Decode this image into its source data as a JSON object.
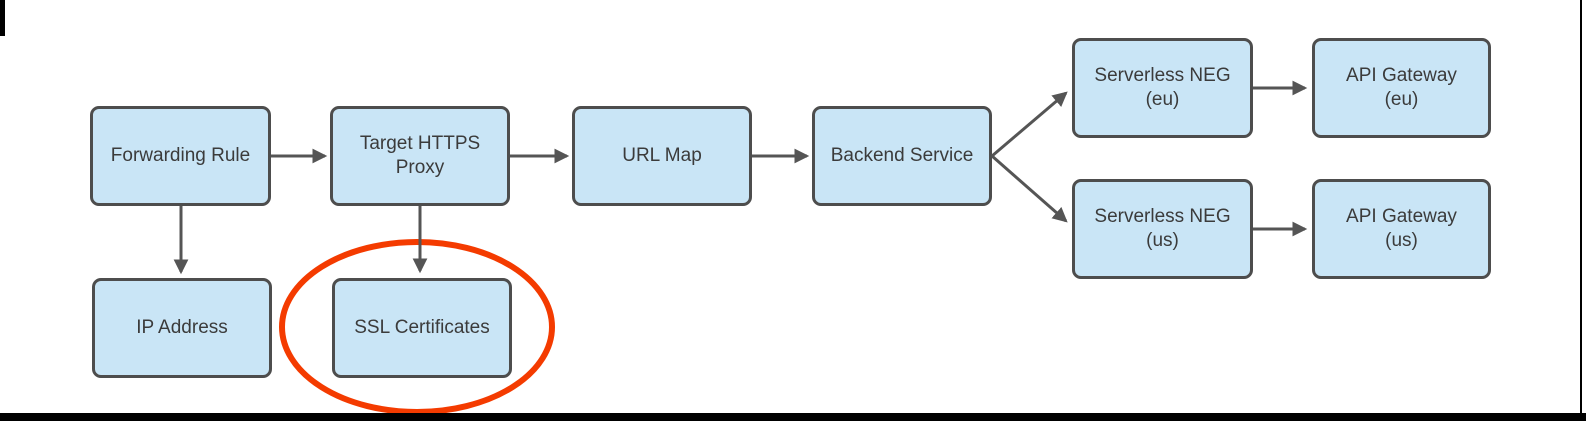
{
  "diagram": {
    "type": "flowchart",
    "nodes": [
      {
        "id": "forwarding-rule",
        "label": "Forwarding Rule"
      },
      {
        "id": "target-https-proxy",
        "label": "Target HTTPS\nProxy"
      },
      {
        "id": "url-map",
        "label": "URL Map"
      },
      {
        "id": "backend-service",
        "label": "Backend Service"
      },
      {
        "id": "serverless-neg-eu",
        "label": "Serverless NEG\n(eu)"
      },
      {
        "id": "api-gateway-eu",
        "label": "API Gateway\n(eu)"
      },
      {
        "id": "serverless-neg-us",
        "label": "Serverless NEG\n(us)"
      },
      {
        "id": "api-gateway-us",
        "label": "API Gateway\n(us)"
      },
      {
        "id": "ip-address",
        "label": "IP Address"
      },
      {
        "id": "ssl-certificates",
        "label": "SSL Certificates"
      }
    ],
    "edges": [
      {
        "from": "forwarding-rule",
        "to": "target-https-proxy"
      },
      {
        "from": "target-https-proxy",
        "to": "url-map"
      },
      {
        "from": "url-map",
        "to": "backend-service"
      },
      {
        "from": "backend-service",
        "to": "serverless-neg-eu"
      },
      {
        "from": "backend-service",
        "to": "serverless-neg-us"
      },
      {
        "from": "serverless-neg-eu",
        "to": "api-gateway-eu"
      },
      {
        "from": "serverless-neg-us",
        "to": "api-gateway-us"
      },
      {
        "from": "forwarding-rule",
        "to": "ip-address"
      },
      {
        "from": "target-https-proxy",
        "to": "ssl-certificates"
      }
    ],
    "annotation": {
      "shape": "ellipse",
      "around": "ssl-certificates",
      "color": "#F43B00"
    },
    "colors": {
      "node_fill": "#C9E5F6",
      "node_border": "#4D4D4D",
      "arrow": "#555555",
      "label_text": "#3B3B3B",
      "highlight": "#F43B00",
      "frame": "#000000",
      "background": "#FFFFFF"
    }
  }
}
